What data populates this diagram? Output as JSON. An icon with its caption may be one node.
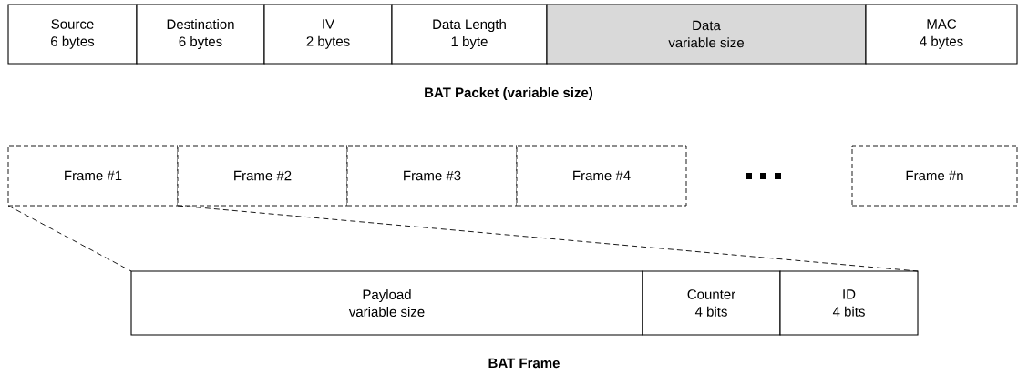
{
  "diagram": {
    "nodes": [
      {
        "text": [
          "Source",
          "6 bytes"
        ]
      },
      {
        "text": [
          "Destination",
          "6 bytes"
        ]
      },
      {
        "text": [
          "IV",
          "2 bytes"
        ]
      },
      {
        "text": [
          "Data Length",
          "1 byte"
        ]
      },
      {
        "text": [
          "Data",
          "variable size"
        ]
      },
      {
        "text": [
          "MAC",
          "4 bytes"
        ]
      },
      {
        "text": [
          "Frame #1"
        ]
      },
      {
        "text": [
          "Frame #2"
        ]
      },
      {
        "text": [
          "Frame #3"
        ]
      },
      {
        "text": [
          "Frame #4"
        ]
      },
      {
        "text": [
          "Frame #n"
        ]
      },
      {
        "text": [
          "Payload",
          "variable size"
        ]
      },
      {
        "text": [
          "Counter",
          "4 bits"
        ]
      },
      {
        "text": [
          "ID",
          "4 bits"
        ]
      }
    ],
    "edges": [
      {
        "from": 6,
        "to": 11,
        "arrow": "none",
        "style": "dashed"
      },
      {
        "from": 6,
        "to": 13,
        "arrow": "none",
        "style": "dashed"
      }
    ],
    "labels": [
      "BAT Packet (variable size)",
      "BAT Frame"
    ]
  }
}
